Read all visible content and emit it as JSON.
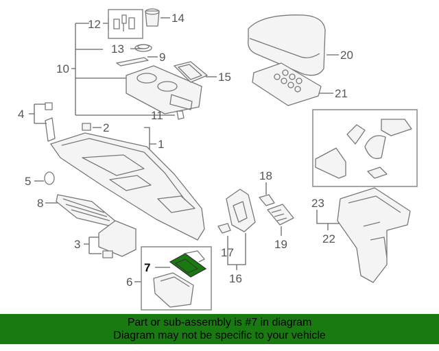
{
  "callouts": {
    "c1": "1",
    "c2": "2",
    "c3": "3",
    "c4": "4",
    "c5": "5",
    "c6": "6",
    "c7": "7",
    "c8": "8",
    "c9": "9",
    "c10": "10",
    "c11": "11",
    "c12": "12",
    "c13": "13",
    "c14": "14",
    "c15": "15",
    "c16": "16",
    "c17": "17",
    "c18": "18",
    "c19": "19",
    "c20": "20",
    "c21": "21",
    "c22": "22",
    "c23": "23"
  },
  "highlighted_part": "7",
  "highlight_color": "#1a7a12",
  "banner": {
    "line1": "Part or sub-assembly is #7 in diagram",
    "line2": "Diagram may not be specific to your vehicle"
  }
}
